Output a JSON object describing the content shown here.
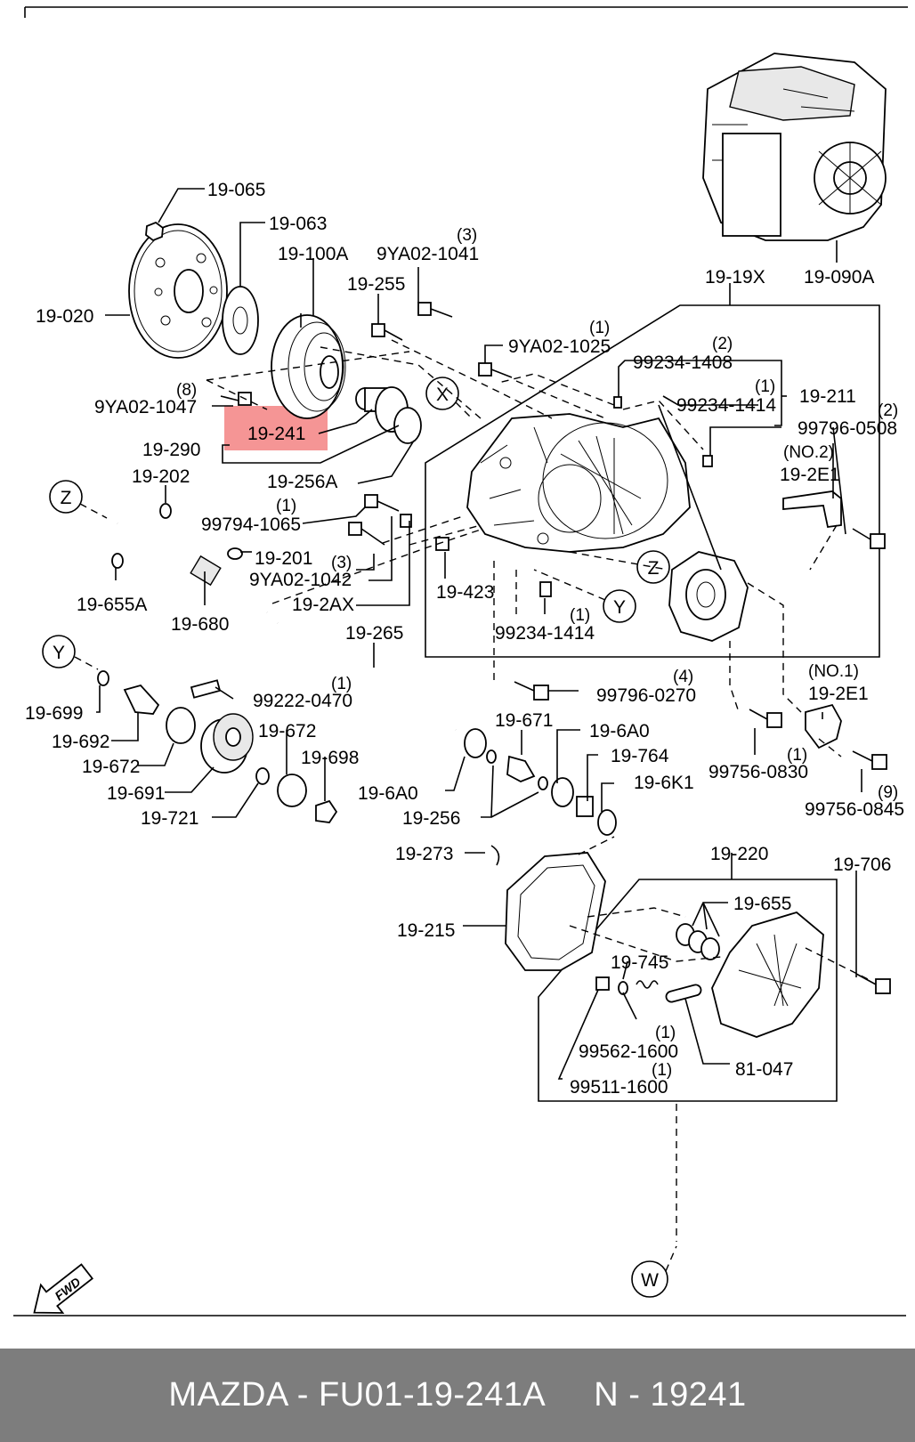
{
  "labels": {
    "l_19_065": "19-065",
    "l_19_063": "19-063",
    "l_19_100A": "19-100A",
    "l_9YA02_1041": "9YA02-1041",
    "q_9YA02_1041": "(3)",
    "l_19_255": "19-255",
    "l_19_020": "19-020",
    "l_19_19X": "19-19X",
    "l_19_090A": "19-090A",
    "l_9YA02_1025": "9YA02-1025",
    "q_9YA02_1025": "(1)",
    "l_99234_1408": "99234-1408",
    "q_99234_1408": "(2)",
    "l_9YA02_1047": "9YA02-1047",
    "q_9YA02_1047": "(8)",
    "l_19_241": "19-241",
    "l_19_211": "19-211",
    "l_99234_1414a": "99234-1414",
    "q_99234_1414a": "(1)",
    "l_99796_0508": "99796-0508",
    "q_99796_0508": "(2)",
    "l_19_290": "19-290",
    "l_19_256A": "19-256A",
    "l_no2": "(NO.2)",
    "l_19_2E1a": "19-2E1",
    "l_19_202": "19-202",
    "l_99794_1065": "99794-1065",
    "q_99794_1065": "(1)",
    "l_19_201": "19-201",
    "l_9YA02_1042": "9YA02-1042",
    "q_9YA02_1042": "(3)",
    "l_19_423": "19-423",
    "l_19_655A": "19-655A",
    "l_19_2AX": "19-2AX",
    "l_19_680": "19-680",
    "l_99234_1414b": "99234-1414",
    "q_99234_1414b": "(1)",
    "l_19_265": "19-265",
    "l_99796_0270": "99796-0270",
    "q_99796_0270": "(4)",
    "l_no1": "(NO.1)",
    "l_19_2E1b": "19-2E1",
    "l_99222_0470": "99222-0470",
    "q_99222_0470": "(1)",
    "l_19_699": "19-699",
    "l_19_671": "19-671",
    "l_19_6A0a": "19-6A0",
    "l_19_692": "19-692",
    "l_19_672a": "19-672",
    "l_19_764": "19-764",
    "l_19_698": "19-698",
    "l_19_672b": "19-672",
    "l_19_6K1": "19-6K1",
    "l_99756_0830": "99756-0830",
    "q_99756_0830": "(1)",
    "l_19_691": "19-691",
    "l_19_6A0b": "19-6A0",
    "l_99756_0845": "99756-0845",
    "q_99756_0845": "(9)",
    "l_19_721": "19-721",
    "l_19_256": "19-256",
    "l_19_273": "19-273",
    "l_19_220": "19-220",
    "l_19_706": "19-706",
    "l_19_655": "19-655",
    "l_19_215": "19-215",
    "l_19_745": "19-745",
    "l_99562_1600": "99562-1600",
    "q_99562_1600": "(1)",
    "l_81_047": "81-047",
    "l_99511_1600": "99511-1600",
    "q_99511_1600": "(1)"
  },
  "callouts": {
    "X": "X",
    "Z": "Z",
    "Y": "Y",
    "W": "W"
  },
  "fwd_label": "FWD",
  "highlight_part": "19-241",
  "highlight_color": "#f48a8a",
  "footer": {
    "left": "MAZDA - FU01-19-241A",
    "right": "N - 19241"
  }
}
